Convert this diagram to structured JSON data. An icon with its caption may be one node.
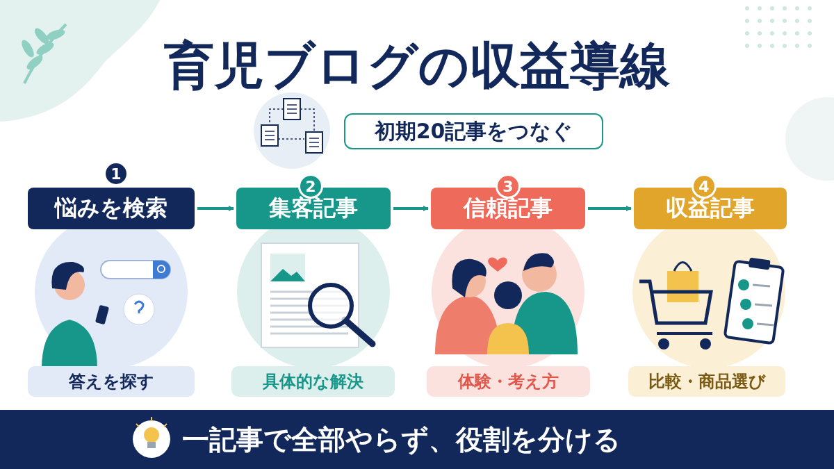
{
  "diagram": {
    "title": "育児ブログの収益導線",
    "nodes": [
      {
        "text": [
          "初期20記事をつなぐ"
        ]
      },
      {
        "text": [
          "1"
        ]
      },
      {
        "text": [
          "2"
        ]
      },
      {
        "text": [
          "3"
        ]
      },
      {
        "text": [
          "4"
        ]
      },
      {
        "text": [
          "悩みを検索"
        ]
      },
      {
        "text": [
          "集客記事"
        ]
      },
      {
        "text": [
          "信頼記事"
        ]
      },
      {
        "text": [
          "収益記事"
        ]
      },
      {
        "text": [
          "答えを探す"
        ]
      },
      {
        "text": [
          "具体的な解決"
        ]
      },
      {
        "text": [
          "体験・考え方"
        ]
      },
      {
        "text": [
          "比較・商品選び"
        ]
      },
      {
        "text": [
          "一記事で全部やらず、役割を分ける"
        ]
      }
    ],
    "edges": [
      {
        "from": 5,
        "to": 6,
        "arrow": "to"
      },
      {
        "from": 6,
        "to": 7,
        "arrow": "to"
      },
      {
        "from": 7,
        "to": 8,
        "arrow": "to"
      }
    ]
  }
}
